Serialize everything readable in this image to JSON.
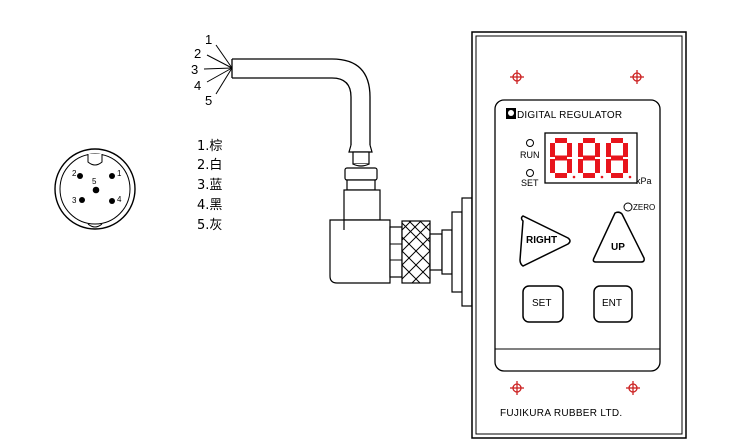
{
  "wire_numbers": [
    "1",
    "2",
    "3",
    "4",
    "5"
  ],
  "wire_colors": [
    "1.棕",
    "2.白",
    "3.蓝",
    "4.黑",
    "5.灰"
  ],
  "connector_pins": [
    "2",
    "1",
    "5",
    "3",
    "4"
  ],
  "device": {
    "brand": "DIGITAL REGULATOR",
    "indicator_run": "RUN",
    "indicator_set": "SET",
    "unit": "kPa",
    "zero_label": "ZERO",
    "right_button": "RIGHT",
    "up_button": "UP",
    "set_button": "SET",
    "ent_button": "ENT",
    "manufacturer": "FUJIKURA RUBBER LTD."
  },
  "colors": {
    "display_red": "#e8141c",
    "line": "#000000",
    "mount_hole": "#cc2222"
  }
}
